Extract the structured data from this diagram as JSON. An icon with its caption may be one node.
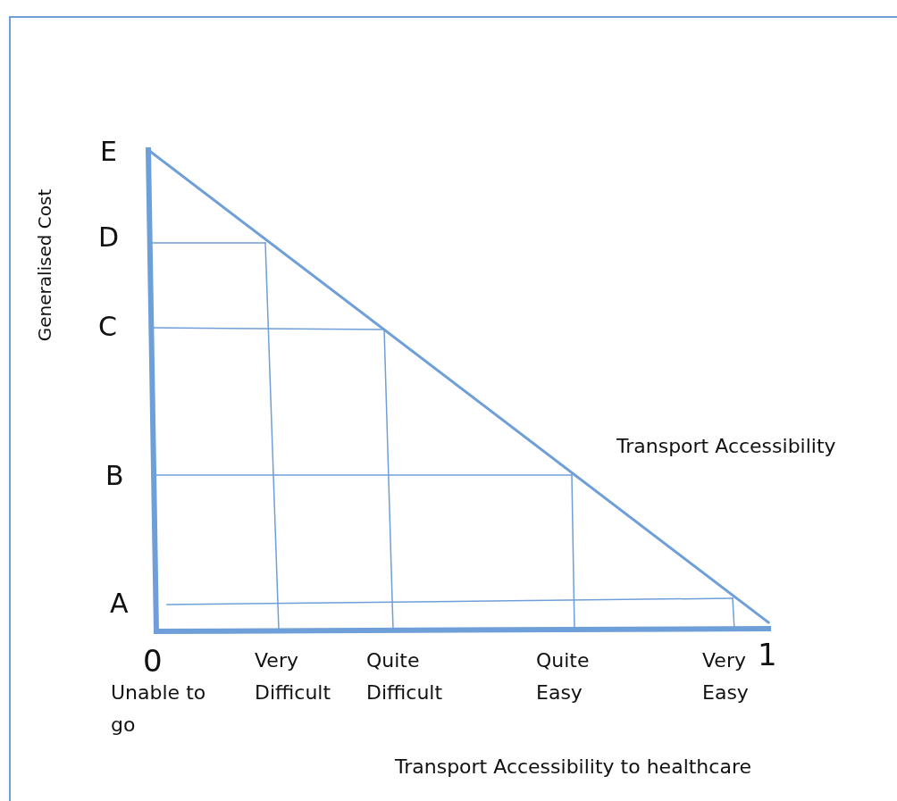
{
  "diagram": {
    "labels": [
      "E",
      "D",
      "C",
      "B",
      "A",
      "Generalised Cost",
      "Transport Accessibility",
      "0",
      "1",
      "Very Difficult",
      "Quite Difficult",
      "Quite Easy",
      "Very Easy",
      "Unable to go",
      "Transport Accessibility to healthcare"
    ]
  }
}
